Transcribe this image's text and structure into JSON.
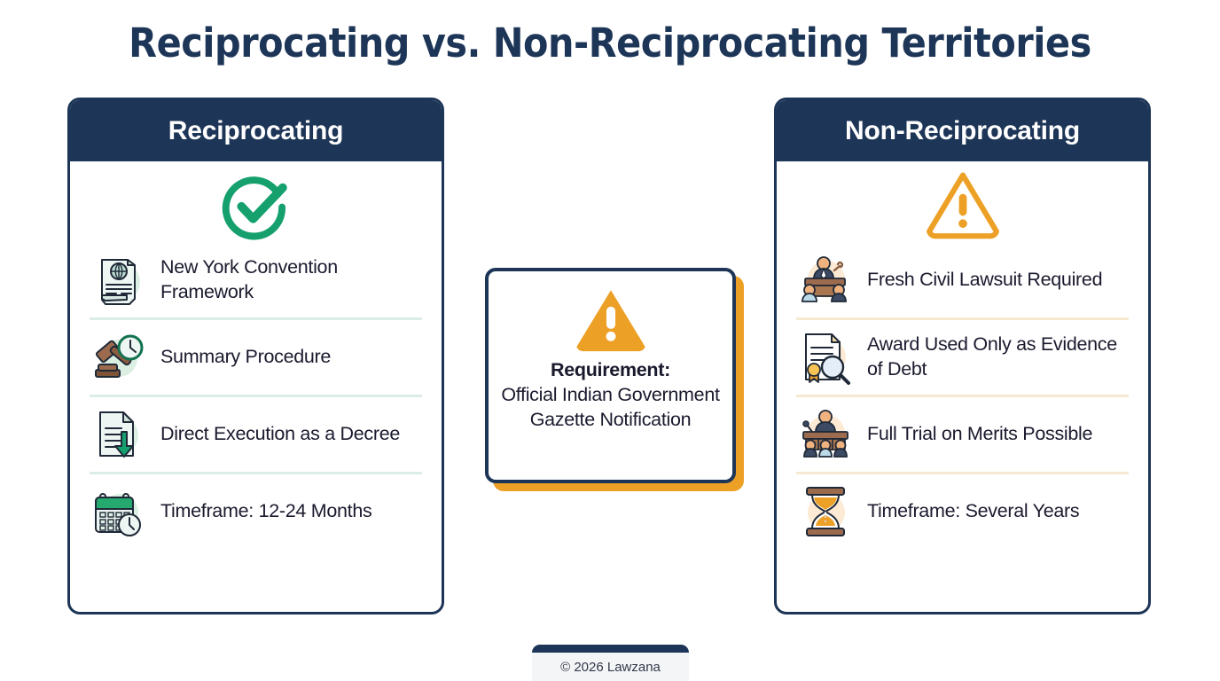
{
  "title": "Reciprocating vs. Non-Reciprocating Territories",
  "colors": {
    "navy": "#1d3557",
    "green": "#15a06e",
    "orange": "#eda026",
    "text": "#1a1a2e",
    "divider_green": "#dcede5",
    "divider_cream": "#f6e9d2",
    "background": "#ffffff"
  },
  "left_card": {
    "header": "Reciprocating",
    "badge_icon": "check-circle-icon",
    "items": [
      {
        "icon": "scroll-globe-icon",
        "label": "New York Convention Framework"
      },
      {
        "icon": "gavel-clock-icon",
        "label": "Summary Procedure"
      },
      {
        "icon": "document-download-icon",
        "label": "Direct Execution as a Decree"
      },
      {
        "icon": "calendar-clock-icon",
        "label": "Timeframe: 12-24 Months"
      }
    ]
  },
  "center_card": {
    "icon": "warning-triangle-filled-icon",
    "requirement_label": "Requirement:",
    "requirement_text": "Official Indian Government Gazette Notification"
  },
  "right_card": {
    "header": "Non-Reciprocating",
    "badge_icon": "warning-triangle-outline-icon",
    "items": [
      {
        "icon": "judge-bench-icon",
        "label": "Fresh Civil Lawsuit Required"
      },
      {
        "icon": "certificate-magnifier-icon",
        "label": "Award Used Only as Evidence of Debt"
      },
      {
        "icon": "courtroom-trial-icon",
        "label": "Full Trial on Merits Possible"
      },
      {
        "icon": "hourglass-icon",
        "label": "Timeframe: Several Years"
      }
    ]
  },
  "footer": {
    "text": "© 2026 Lawzana"
  }
}
